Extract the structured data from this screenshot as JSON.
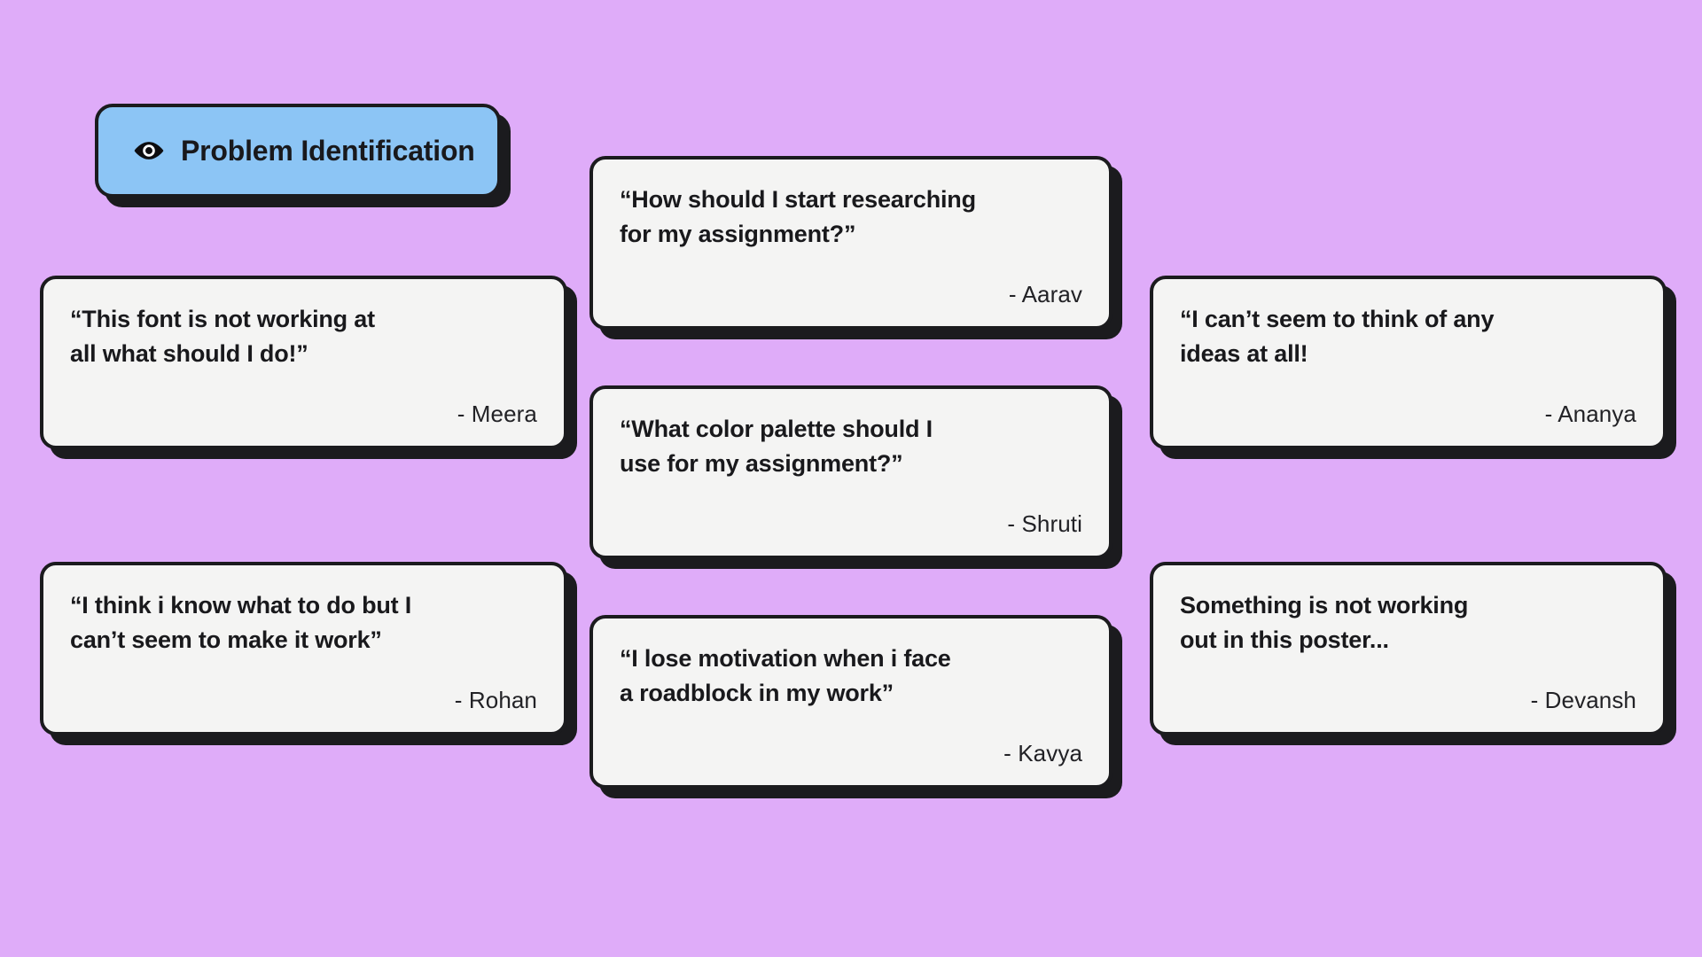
{
  "page": {
    "background_color": "#DFACF9",
    "card_background_color": "#F4F4F3",
    "outline_color": "#1B1B1E",
    "badge_color": "#8CC5F5"
  },
  "badge": {
    "icon": "eye-icon",
    "label": "Problem Identification"
  },
  "cards": [
    {
      "id": "meera",
      "quote": "“This font is not working at\nall what should I do!”",
      "author": "- Meera",
      "column": "left",
      "row": 1
    },
    {
      "id": "rohan",
      "quote": "“I think i know what to do but I\ncan’t seem to make it work”",
      "author": "- Rohan",
      "column": "left",
      "row": 2
    },
    {
      "id": "aarav",
      "quote": "“How should I start researching\nfor my assignment?”",
      "author": "- Aarav",
      "column": "middle",
      "row": 1
    },
    {
      "id": "shruti",
      "quote": "“What color palette should I\nuse for my assignment?”",
      "author": "- Shruti",
      "column": "middle",
      "row": 2
    },
    {
      "id": "kavya",
      "quote": "“I lose motivation when i face\na roadblock in my work”",
      "author": "- Kavya",
      "column": "middle",
      "row": 3
    },
    {
      "id": "ananya",
      "quote": "“I can’t seem to think of any\nideas at all!",
      "author": "- Ananya",
      "column": "right",
      "row": 1
    },
    {
      "id": "devansh",
      "quote": "Something is not working\nout in this poster...",
      "author": "- Devansh",
      "column": "right",
      "row": 2
    }
  ]
}
